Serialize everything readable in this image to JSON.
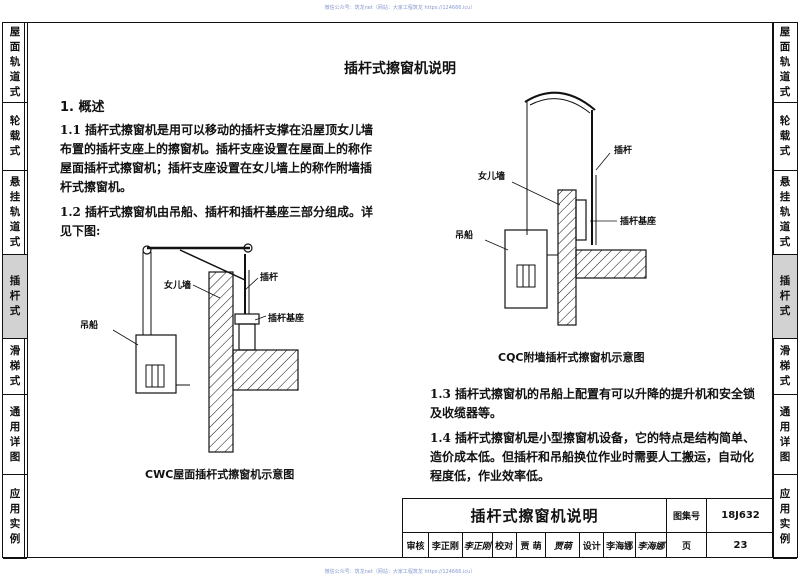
{
  "watermark": "微信公众号：筑龙net（网站：大家工程筑龙 https://124666.icu）",
  "title": "插杆式擦窗机说明",
  "section_heading": "1. 概述",
  "para_1_1": "1.1 插杆式擦窗机是用可以移动的插杆支撑在沿屋顶女儿墙布置的插杆支座上的擦窗机。插杆支座设置在屋面上的称作屋面插杆式擦窗机；插杆支座设置在女儿墙上的称作附墙插杆式擦窗机。",
  "para_1_2": "1.2 插杆式擦窗机由吊船、插杆和插杆基座三部分组成。详见下图:",
  "para_1_3": "1.3 插杆式擦窗机的吊船上配置有可以升降的提升机和安全锁及收缆器等。",
  "para_1_4": "1.4 插杆式擦窗机是小型擦窗机设备，它的特点是结构简单、造价成本低。但插杆和吊船换位作业时需要人工搬运，自动化程度低，作业效率低。",
  "figure_left": {
    "caption": "CWC屋面插杆式擦窗机示意图",
    "labels": {
      "parapet": "女儿墙",
      "rod": "插杆",
      "base": "插杆基座",
      "gondola": "吊船"
    }
  },
  "figure_right": {
    "caption": "CQC附墙插杆式擦窗机示意图",
    "labels": {
      "rod": "插杆",
      "parapet": "女儿墙",
      "base": "插杆基座",
      "gondola": "吊船"
    }
  },
  "side_tabs": [
    {
      "chars": [
        "屋",
        "面",
        "轨",
        "道",
        "式"
      ],
      "active": false
    },
    {
      "chars": [
        "轮",
        "载",
        "式"
      ],
      "active": false
    },
    {
      "chars": [
        "悬",
        "挂",
        "轨",
        "道",
        "式"
      ],
      "active": false
    },
    {
      "chars": [
        "插",
        "杆",
        "式"
      ],
      "active": true
    },
    {
      "chars": [
        "滑",
        "梯",
        "式"
      ],
      "active": false
    },
    {
      "chars": [
        "通",
        "用",
        "详",
        "图"
      ],
      "active": false
    },
    {
      "chars": [
        "应",
        "用",
        "实",
        "例"
      ],
      "active": false
    }
  ],
  "title_block": {
    "title": "插杆式擦窗机说明",
    "atlas_label": "图集号",
    "atlas_no": "18J632",
    "page_label": "页",
    "page_no": "23",
    "review_label": "审核",
    "reviewer": "李正刚",
    "reviewer_sig": "李正刚",
    "check_label": "校对",
    "checker": "贾  萌",
    "checker_sig": "贾萌",
    "design_label": "设计",
    "designer": "李海娜",
    "designer_sig": "李海娜"
  }
}
